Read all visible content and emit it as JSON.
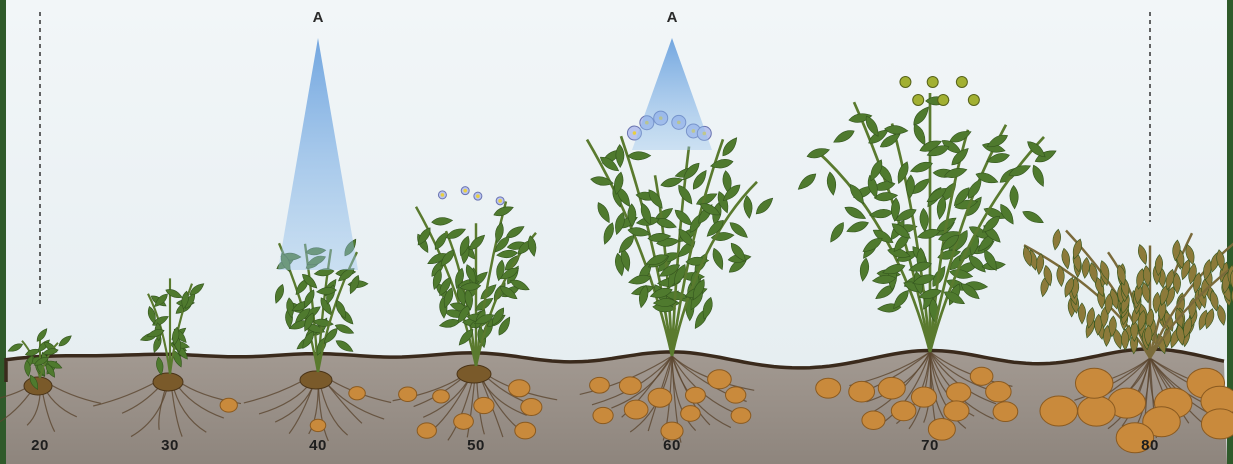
{
  "stages": [
    {
      "label": "20",
      "plant": "sprout"
    },
    {
      "label": "30",
      "plant": "young"
    },
    {
      "label": "40",
      "plant": "leafy"
    },
    {
      "label": "50",
      "plant": "budding"
    },
    {
      "label": "60",
      "plant": "flowering"
    },
    {
      "label": "70",
      "plant": "berries"
    },
    {
      "label": "80",
      "plant": "senescent"
    }
  ],
  "markers": [
    {
      "label": "A",
      "stage": "40"
    },
    {
      "label": "A",
      "stage": "60"
    }
  ],
  "colors": {
    "sky": "#eef3f5",
    "soil": "#9a9088",
    "soil_line": "#3a2a1c",
    "leaf": "#4f7a2e",
    "leaf_dark": "#34561e",
    "tuber": "#c98a3c",
    "beam": "#5d9fe0",
    "flower": "#b9c3ee",
    "dry_leaf": "#8c7a3a"
  }
}
